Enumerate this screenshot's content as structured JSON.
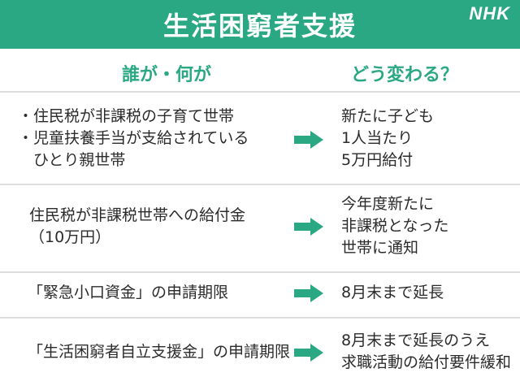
{
  "header": {
    "title": "生活困窮者支援",
    "logo": "NHK",
    "bg_color": "#2aa883"
  },
  "columns": {
    "who": "誰が・何が",
    "change": "どう変わる？"
  },
  "rows": [
    {
      "left": [
        "・住民税が非課税の子育て世帯",
        "・児童扶養手当が支給されている",
        "　ひとり親世帯"
      ],
      "right": [
        "新たに子ども",
        "1人当たり",
        "5万円給付"
      ]
    },
    {
      "left": [
        "住民税が非課税世帯への給付金",
        "（10万円）"
      ],
      "right": [
        "今年度新たに",
        "非課税となった",
        "世帯に通知"
      ]
    },
    {
      "left": [
        "「緊急小口資金」の申請期限"
      ],
      "right": [
        "8月末まで延長"
      ]
    },
    {
      "left": [
        "「生活困窮者自立支援金」の申請期限"
      ],
      "right": [
        "8月末まで延長のうえ",
        "求職活動の給付要件緩和"
      ]
    }
  ],
  "colors": {
    "accent": "#2aa883",
    "text": "#2b2b2b",
    "divider": "#dddddd"
  }
}
